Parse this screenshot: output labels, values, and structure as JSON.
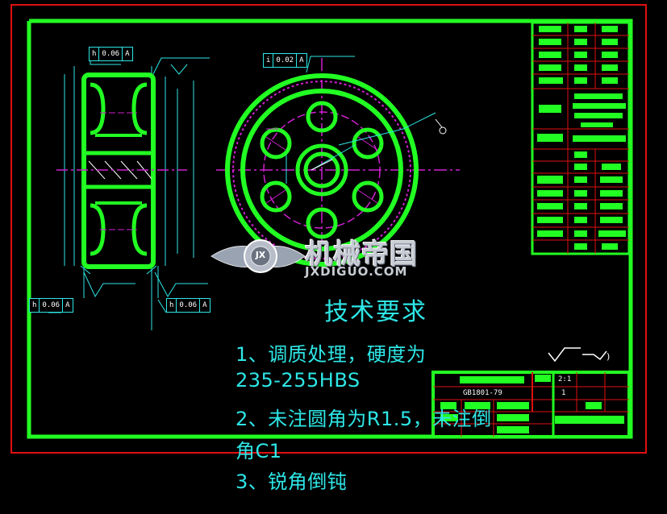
{
  "drawing": {
    "tolerance_frames": [
      {
        "symbol": "h",
        "value": "0.06",
        "datum": "A"
      },
      {
        "symbol": "i",
        "value": "0.02",
        "datum": "A"
      },
      {
        "symbol": "h",
        "value": "0.06",
        "datum": "A"
      },
      {
        "symbol": "h",
        "value": "0.06",
        "datum": "A"
      }
    ]
  },
  "watermark": {
    "name": "机械帝国",
    "site": "JXDIGUO.COM",
    "logo_letters": "JX"
  },
  "technical_requirements": {
    "title": "技术要求",
    "line1": "1、调质处理，硬度为",
    "line2": "235-255HBS",
    "line3": "2、未注圆角为R1.5，未注倒",
    "line4": "角C1",
    "line5": "3、锐角倒钝"
  },
  "title_block": {
    "scale": "2:1",
    "qty": "1",
    "drawing_no": "GB1801-79"
  },
  "colors": {
    "border_red": "#e01010",
    "frame_green": "#22ff22",
    "dim_cyan": "#2ee6e6",
    "center_magenta": "#d020d0",
    "text_white": "#ffffff"
  }
}
